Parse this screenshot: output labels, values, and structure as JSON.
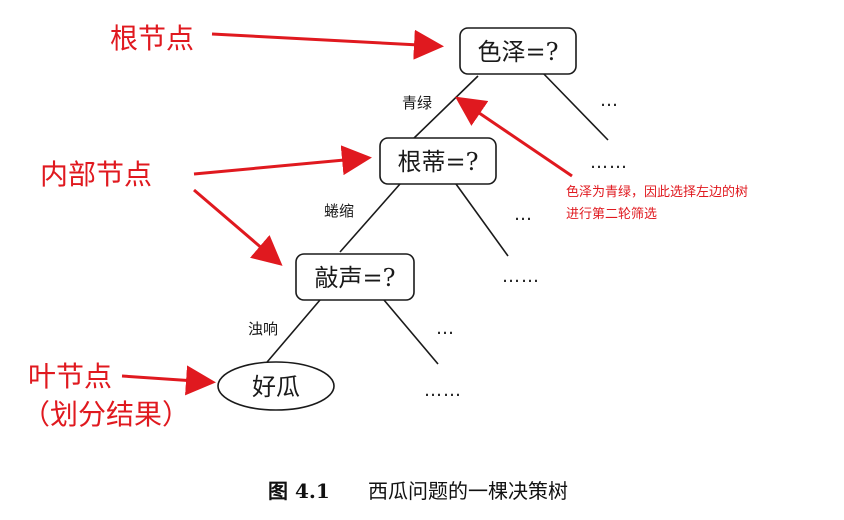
{
  "colors": {
    "annotation": "#e0191f",
    "ink": "#1a1a1a"
  },
  "nodes": {
    "root": {
      "label": "色泽=?"
    },
    "internal_1": {
      "label": "根蒂=?"
    },
    "internal_2": {
      "label": "敲声=?"
    },
    "leaf": {
      "label": "好瓜"
    }
  },
  "edges": {
    "root_left": "青绿",
    "internal_1_left": "蜷缩",
    "internal_2_left": "浊响"
  },
  "ellipsis": {
    "short": "…",
    "long": "……"
  },
  "annotations": {
    "root": "根节点",
    "internal": "内部节点",
    "leaf_line1": "叶节点",
    "leaf_line2": "（划分结果）",
    "note_line1": "色泽为青绿，因此选择左边的树",
    "note_line2": "进行第二轮筛选"
  },
  "caption": {
    "figure_label": "图 4.1",
    "title": "西瓜问题的一棵决策树"
  }
}
